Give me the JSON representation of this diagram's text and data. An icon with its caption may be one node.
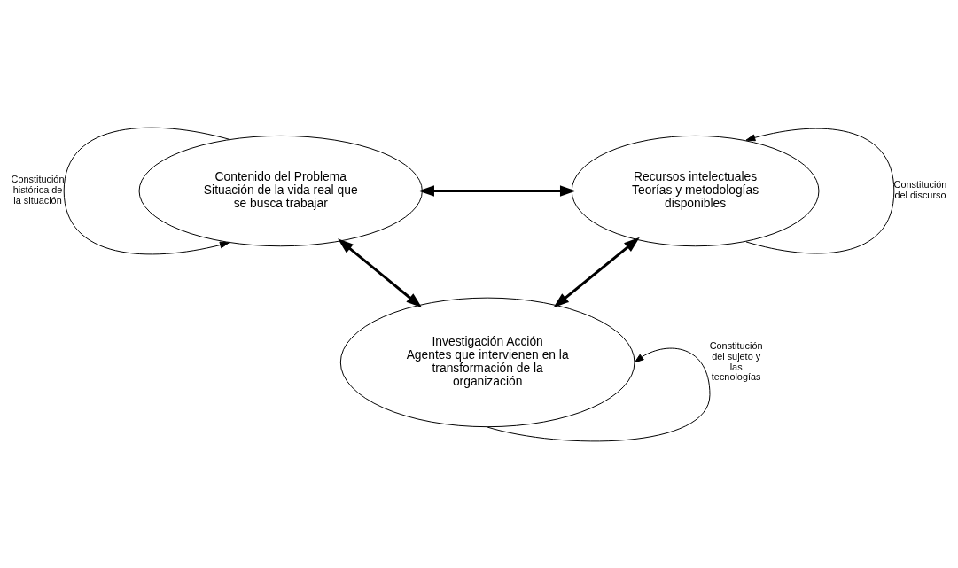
{
  "diagram": {
    "nodes": [
      {
        "text": [
          "Contenido del Problema",
          "Situación de la vida real que se busca trabajar"
        ]
      },
      {
        "text": [
          "Recursos intelectuales",
          "Teorías y metodologías disponibles"
        ]
      },
      {
        "text": [
          "Investigación Acción",
          "Agentes que intervienen en la transformación de la organización"
        ]
      }
    ],
    "edges": [
      {
        "from": 0,
        "to": 1,
        "arrow": "both",
        "style": "thick"
      },
      {
        "from": 0,
        "to": 2,
        "arrow": "both",
        "style": "thick"
      },
      {
        "from": 2,
        "to": 1,
        "arrow": "both",
        "style": "thick"
      },
      {
        "from": 0,
        "to": 0,
        "arrow": "to",
        "label": "Constitución histórica de la situación"
      },
      {
        "from": 1,
        "to": 1,
        "arrow": "to",
        "label": "Constitución del discurso"
      },
      {
        "from": 2,
        "to": 2,
        "arrow": "to",
        "label": "Constitución del sujeto y las tecnologías"
      }
    ]
  }
}
